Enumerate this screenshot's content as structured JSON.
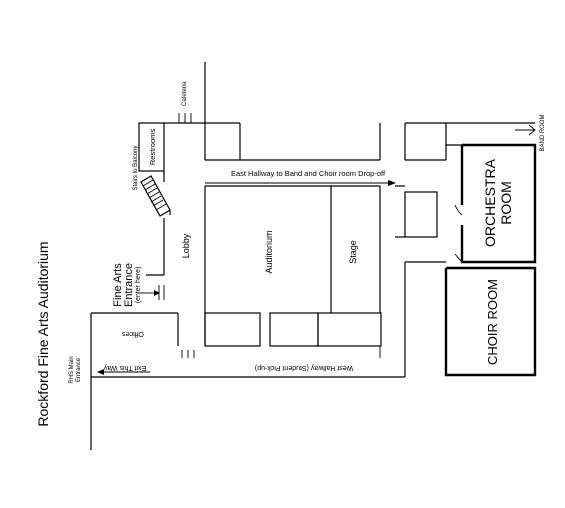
{
  "title": "Rockford Fine Arts Auditorium",
  "labels": {
    "cafeteria": "Cafeteria",
    "restrooms": "Restrooms",
    "stairs_to_balcony": "Stairs to Balcony",
    "east_hallway": "East Hallway to Band and Choir room Drop-off",
    "band_room": "BAND ROOM",
    "orchestra_line1": "ORCHESTRA",
    "orchestra_line2": "ROOM",
    "choir_room": "CHOIR ROOM",
    "lobby": "Lobby",
    "auditorium": "Auditorium",
    "stage": "Stage",
    "fine_arts_line1": "Fine Arts",
    "fine_arts_line2": "Entrance",
    "fine_arts_line3": "(enter here)",
    "offices": "Offices",
    "exit_this_way": "Exit This Way",
    "west_hallway": "West Hallway (Student Pick-up)",
    "rhs_line1": "RHS Main",
    "rhs_line2": "Entrance"
  }
}
